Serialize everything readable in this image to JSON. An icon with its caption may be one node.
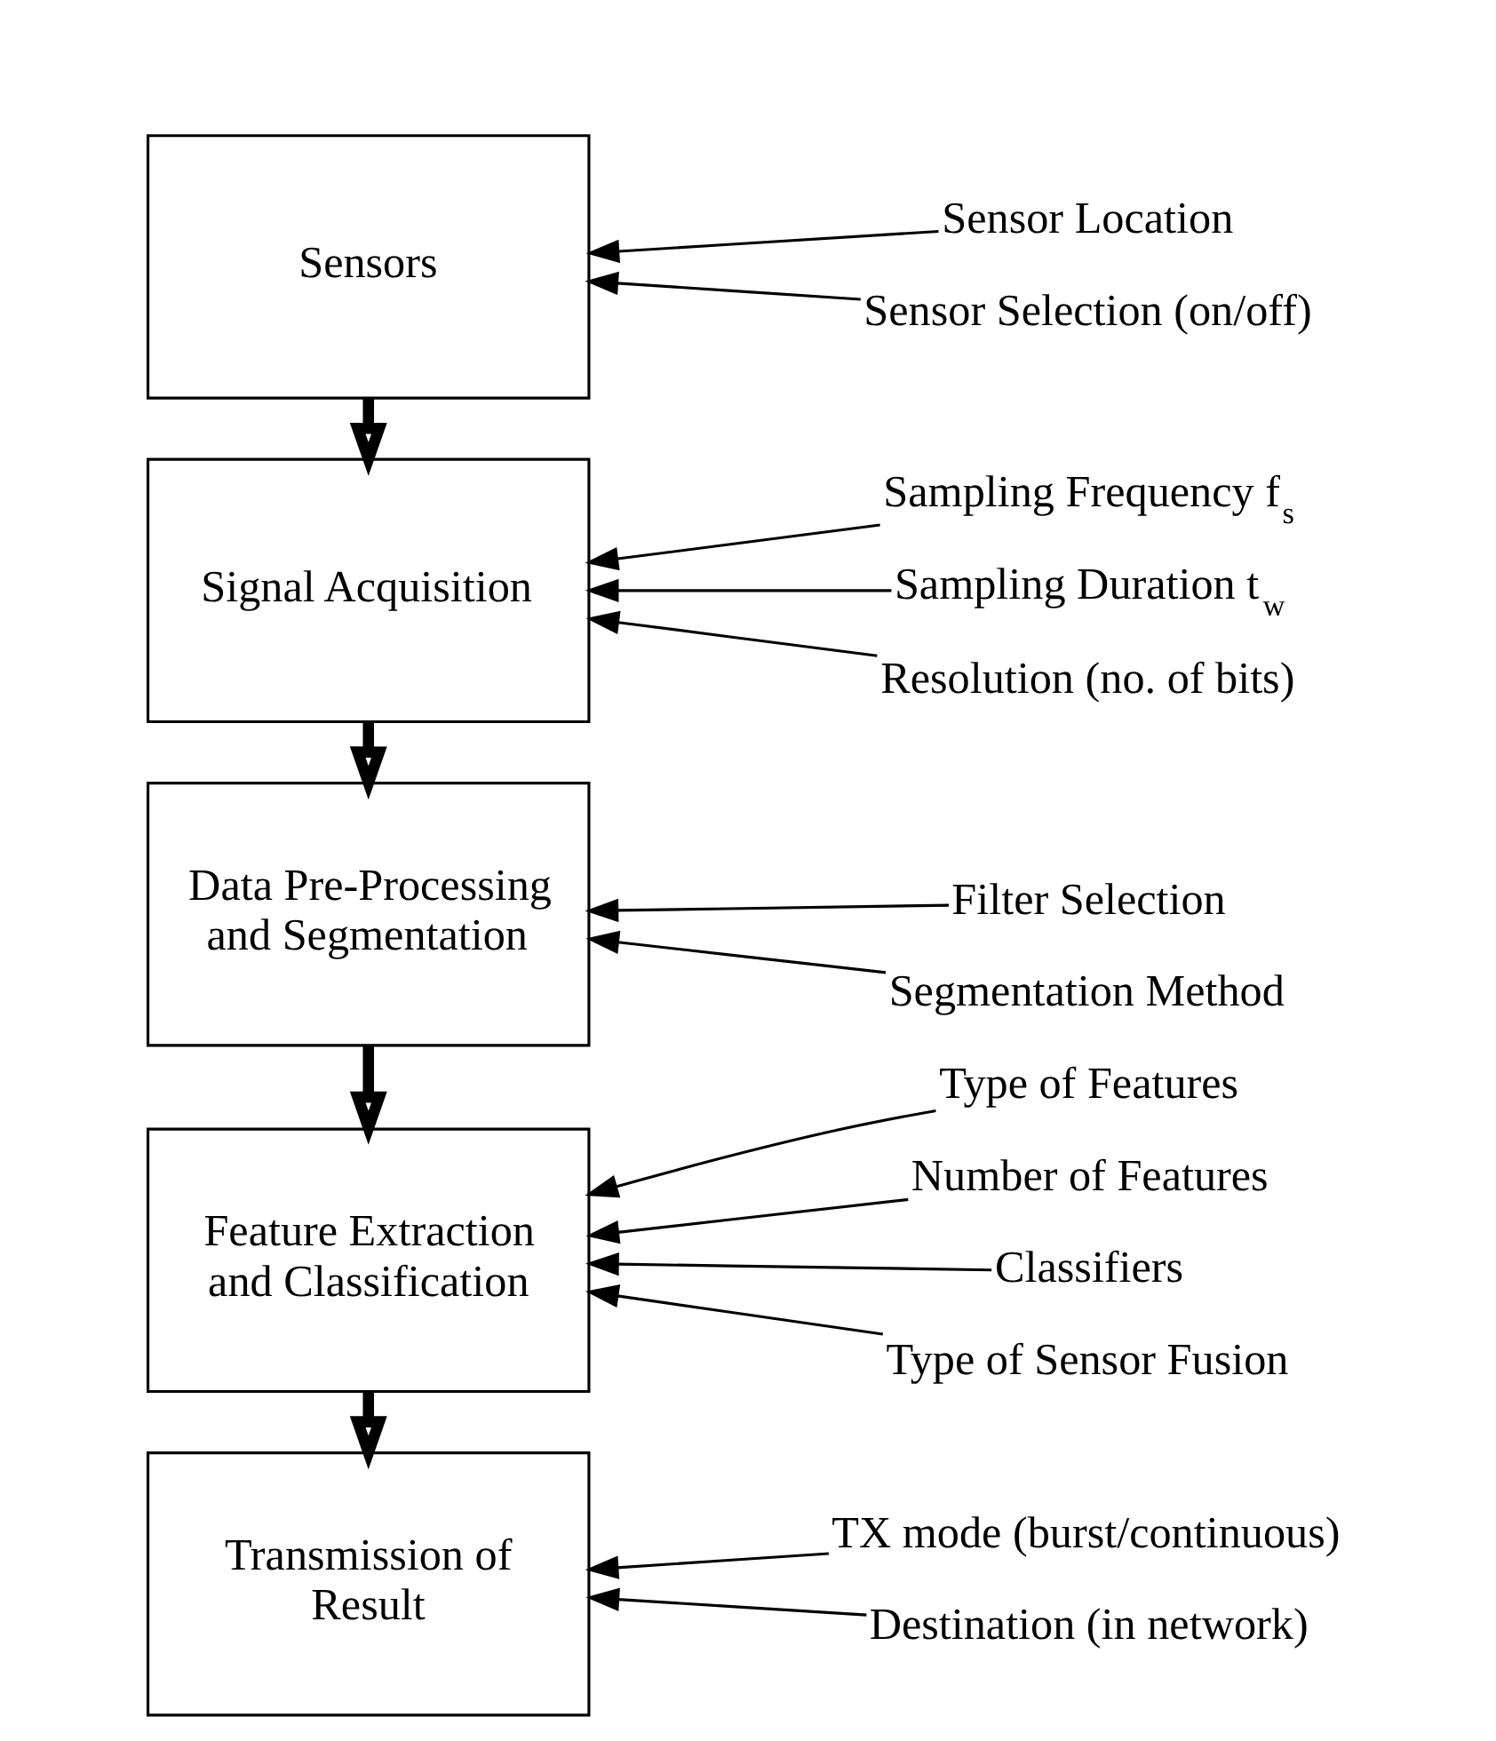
{
  "diagram": {
    "nodes": [
      {
        "text": [
          "Sensors"
        ]
      },
      {
        "text": [
          "Signal Acquisition"
        ]
      },
      {
        "text": [
          "Data Pre-Processing and Segmentation"
        ]
      },
      {
        "text": [
          "Feature Extraction and Classification"
        ]
      },
      {
        "text": [
          "Transmission of Result"
        ]
      },
      {
        "text": [
          "Sensor Location"
        ]
      },
      {
        "text": [
          "Sensor Selection (on/off)"
        ]
      },
      {
        "text": [
          "Sampling Frequency f$_{s}$"
        ]
      },
      {
        "text": [
          "Sampling Duration t$_{w}$"
        ]
      },
      {
        "text": [
          "Resolution (no. of bits)"
        ]
      },
      {
        "text": [
          "Filter Selection"
        ]
      },
      {
        "text": [
          "Segmentation Method"
        ]
      },
      {
        "text": [
          "Type of Features"
        ]
      },
      {
        "text": [
          "Number of Features"
        ]
      },
      {
        "text": [
          "Classifiers"
        ]
      },
      {
        "text": [
          "Type of Sensor Fusion"
        ]
      },
      {
        "text": [
          "TX mode (burst/continuous)"
        ]
      },
      {
        "text": [
          "Destination (in network)"
        ]
      }
    ],
    "edges": [
      {
        "from": 0,
        "to": 1,
        "arrow": "to",
        "style": "thick"
      },
      {
        "from": 1,
        "to": 2,
        "arrow": "to",
        "style": "thick"
      },
      {
        "from": 2,
        "to": 3,
        "arrow": "to",
        "style": "thick"
      },
      {
        "from": 3,
        "to": 4,
        "arrow": "to",
        "style": "thick"
      },
      {
        "from": 5,
        "to": 0,
        "arrow": "to"
      },
      {
        "from": 6,
        "to": 0,
        "arrow": "to"
      },
      {
        "from": 7,
        "to": 1,
        "arrow": "to"
      },
      {
        "from": 8,
        "to": 1,
        "arrow": "to"
      },
      {
        "from": 9,
        "to": 1,
        "arrow": "to"
      },
      {
        "from": 10,
        "to": 2,
        "arrow": "to"
      },
      {
        "from": 11,
        "to": 2,
        "arrow": "to"
      },
      {
        "from": 12,
        "to": 3,
        "arrow": "to"
      },
      {
        "from": 13,
        "to": 3,
        "arrow": "to"
      },
      {
        "from": 14,
        "to": 3,
        "arrow": "to"
      },
      {
        "from": 15,
        "to": 3,
        "arrow": "to"
      },
      {
        "from": 16,
        "to": 4,
        "arrow": "to"
      },
      {
        "from": 17,
        "to": 4,
        "arrow": "to"
      }
    ]
  }
}
